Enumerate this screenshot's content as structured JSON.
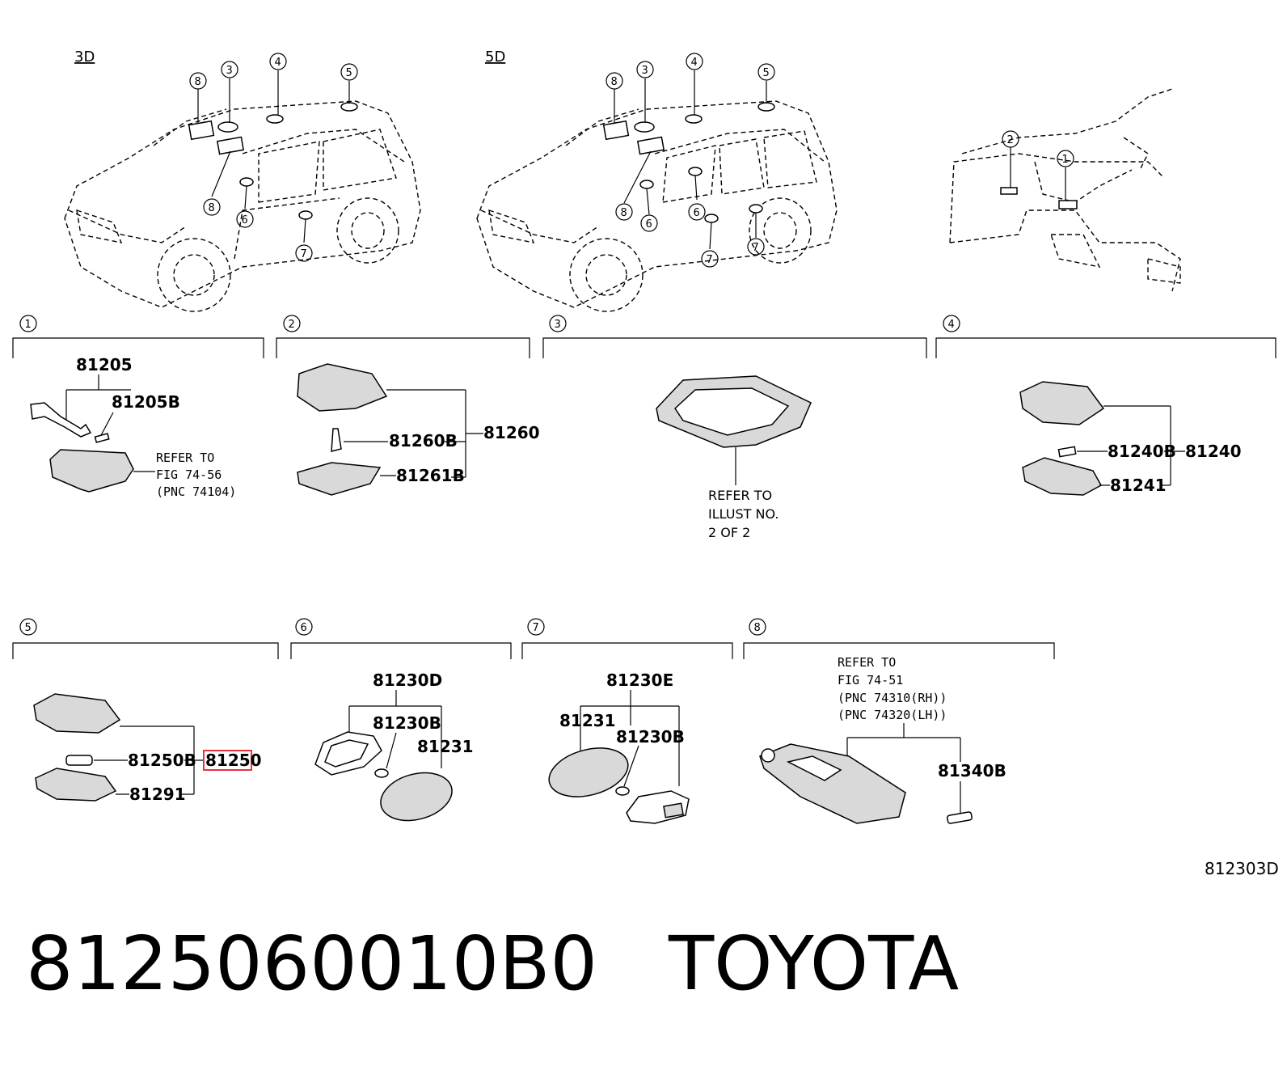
{
  "views": {
    "three_door": "3D",
    "five_door": "5D"
  },
  "callouts": [
    "1",
    "2",
    "3",
    "4",
    "5",
    "6",
    "7",
    "8"
  ],
  "sections": {
    "s1": {
      "number": "1",
      "parts": [
        "81205",
        "81205B"
      ],
      "refer": [
        "REFER TO",
        "FIG 74-56",
        "(PNC 74104)"
      ]
    },
    "s2": {
      "number": "2",
      "parts": [
        "81260B",
        "81260",
        "81261B"
      ]
    },
    "s3": {
      "number": "3",
      "refer": [
        "REFER TO",
        "ILLUST NO.",
        "2 OF 2"
      ]
    },
    "s4": {
      "number": "4",
      "parts": [
        "81240B",
        "81240",
        "81241"
      ]
    },
    "s5": {
      "number": "5",
      "parts": [
        "81250B",
        "81250",
        "81291"
      ],
      "highlighted_part": "81250",
      "highlight_color": "#e8323c"
    },
    "s6": {
      "number": "6",
      "parts": [
        "81230D",
        "81230B",
        "81231"
      ]
    },
    "s7": {
      "number": "7",
      "parts": [
        "81230E",
        "81231",
        "81230B"
      ]
    },
    "s8": {
      "number": "8",
      "parts": [
        "81340B"
      ],
      "refer": [
        "REFER TO",
        "FIG 74-51",
        "(PNC 74310(RH))",
        "(PNC 74320(LH))"
      ]
    }
  },
  "illustration_id": "812303D",
  "footer": {
    "part_number": "8125060010B0",
    "brand": "TOYOTA"
  }
}
